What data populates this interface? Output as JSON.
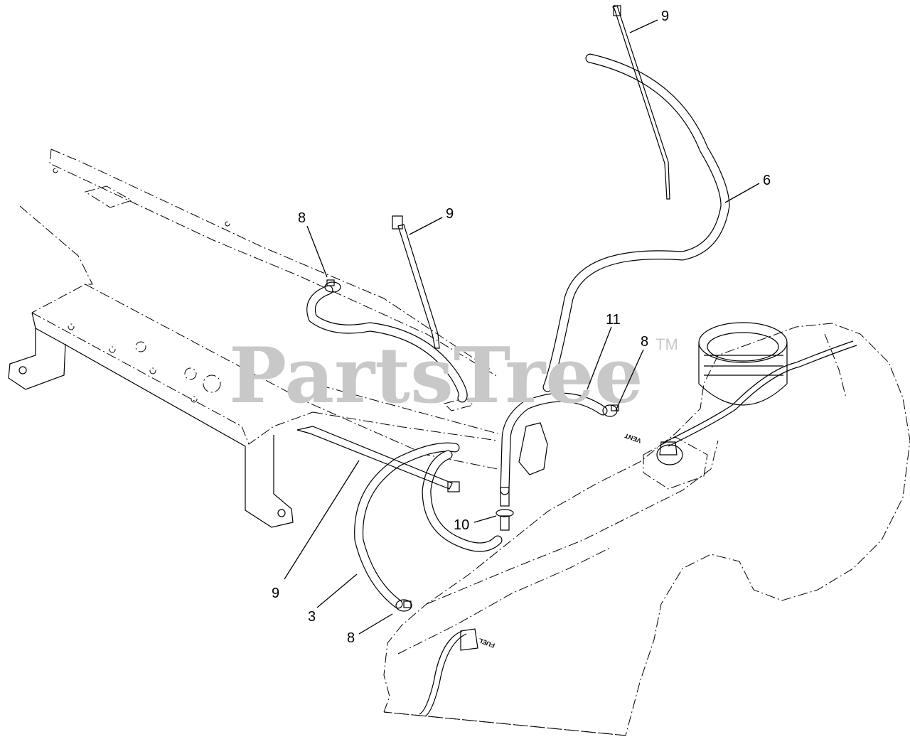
{
  "diagram": {
    "watermark": "PartsTree",
    "watermark_tm": "TM",
    "tank_labels": {
      "vent": "VENT",
      "fuel": "FUEL"
    },
    "callouts": [
      {
        "id": "tie-top",
        "text": "9"
      },
      {
        "id": "hose-6",
        "text": "6"
      },
      {
        "id": "clamp-left",
        "text": "8"
      },
      {
        "id": "tie-mid",
        "text": "9"
      },
      {
        "id": "hose-11",
        "text": "11"
      },
      {
        "id": "clamp-right",
        "text": "8"
      },
      {
        "id": "fitting-10",
        "text": "10"
      },
      {
        "id": "tie-bottom",
        "text": "9"
      },
      {
        "id": "hose-3",
        "text": "3"
      },
      {
        "id": "clamp-bottom",
        "text": "8"
      }
    ]
  }
}
